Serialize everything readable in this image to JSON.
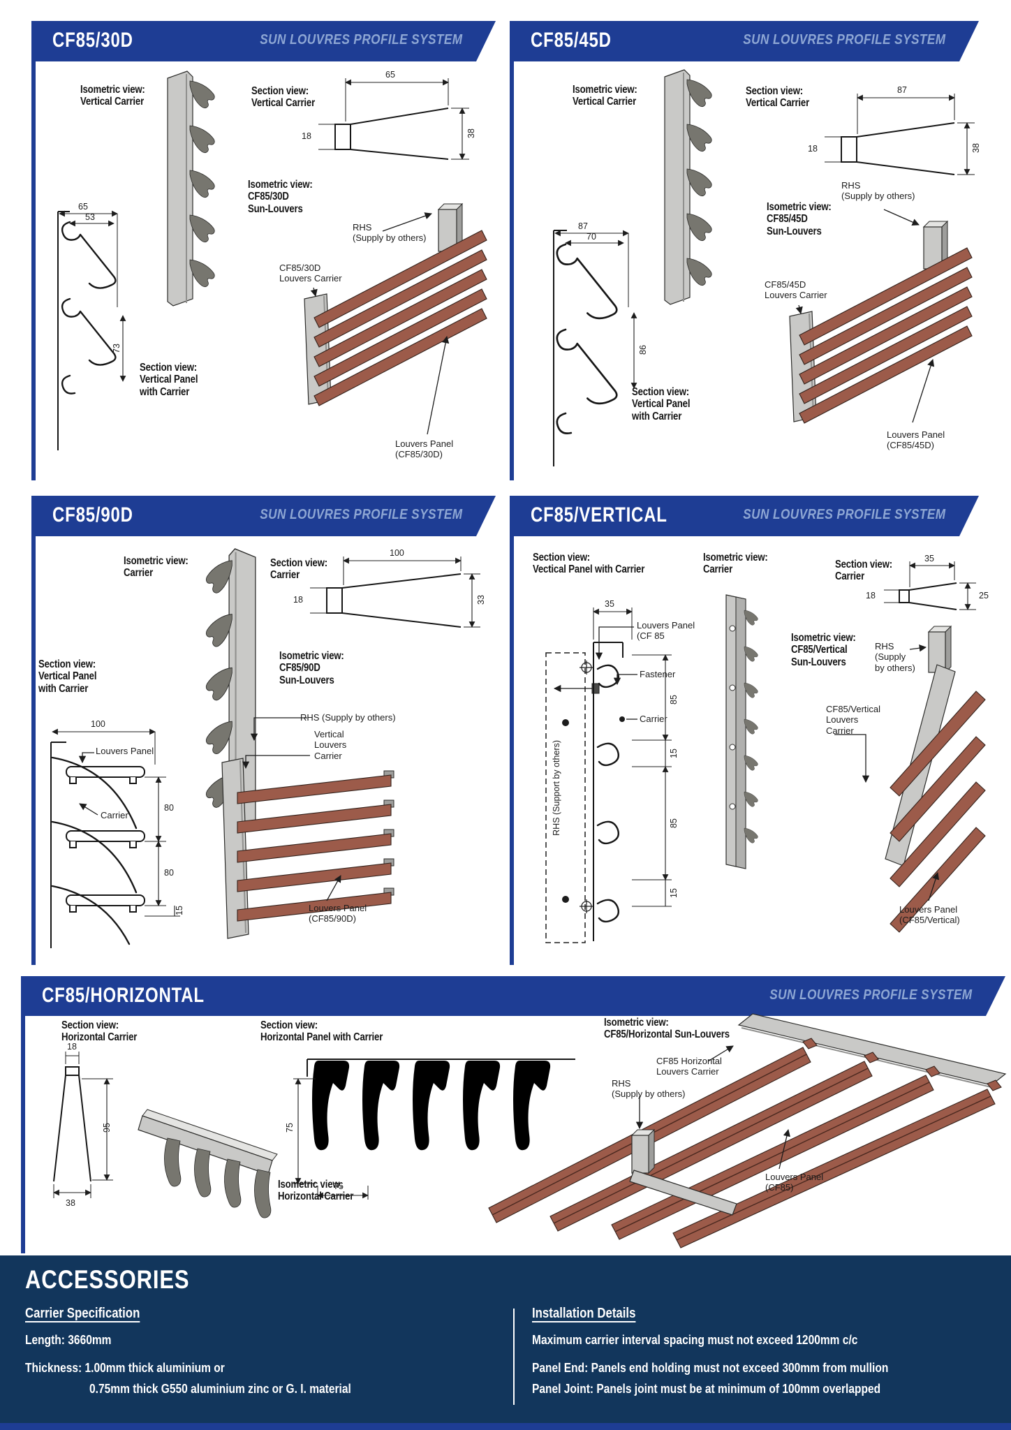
{
  "system_label": "SUN LOUVRES PROFILE SYSTEM",
  "panels": {
    "cf85_30d": {
      "title": "CF85/30D",
      "labels": {
        "iso_carrier": "Isometric view:\nVertical Carrier",
        "sec_carrier": "Section view:\nVertical Carrier",
        "sec_panel": "Section view:\nVertical Panel\nwith Carrier",
        "iso_louvers": "Isometric view:\nCF85/30D\nSun-Louvers",
        "rhs": "RHS\n(Supply by others)",
        "louvers_carrier": "CF85/30D\nLouvers Carrier",
        "louvers_panel": "Louvers Panel\n(CF85/30D)"
      },
      "dims": {
        "wedge_width": "65",
        "wedge_left": "18",
        "wedge_right": "38",
        "profile_outer": "65",
        "profile_inner": "53",
        "profile_pitch": "73"
      }
    },
    "cf85_45d": {
      "title": "CF85/45D",
      "labels": {
        "iso_carrier": "Isometric view:\nVertical Carrier",
        "sec_carrier": "Section view:\nVertical Carrier",
        "sec_panel": "Section view:\nVertical Panel\nwith Carrier",
        "iso_louvers": "Isometric view:\nCF85/45D\nSun-Louvers",
        "rhs": "RHS\n(Supply by others)",
        "louvers_carrier": "CF85/45D\nLouvers Carrier",
        "louvers_panel": "Louvers Panel\n(CF85/45D)"
      },
      "dims": {
        "wedge_width": "87",
        "wedge_left": "18",
        "wedge_right": "38",
        "profile_outer": "87",
        "profile_inner": "70",
        "profile_pitch": "86"
      }
    },
    "cf85_90d": {
      "title": "CF85/90D",
      "labels": {
        "iso_carrier": "Isometric view:\nCarrier",
        "sec_carrier": "Section view:\nCarrier",
        "sec_panel": "Section view:\nVertical Panel\nwith Carrier",
        "iso_louvers": "Isometric view:\nCF85/90D\nSun-Louvers",
        "rhs": "RHS (Supply by others)",
        "vertical_carrier": "Vertical\nLouvers\nCarrier",
        "louvers_panel_ann": "Louvers Panel",
        "carrier_ann": "Carrier",
        "louvers_panel": "Louvers Panel\n(CF85/90D)"
      },
      "dims": {
        "wedge_width": "100",
        "wedge_left": "18",
        "wedge_right": "33",
        "section_width": "100",
        "pitch_a": "80",
        "pitch_b": "80",
        "edge": "15"
      }
    },
    "cf85_vertical": {
      "title": "CF85/VERTICAL",
      "labels": {
        "sec_panel": "Section view:\nVectical Panel with Carrier",
        "iso_carrier": "Isometric view:\nCarrier",
        "sec_carrier": "Section view:\nCarrier",
        "iso_louvers": "Isometric view:\nCF85/Vertical\nSun-Louvers",
        "rhs_supply": "RHS\n(Supply\nby others)",
        "rhs_support": "RHS (Support by others)",
        "louvers_panel_cf85": "Louvers Panel\n(CF 85",
        "fastener": "Fastener",
        "carrier_ann": "Carrier",
        "louvers_carrier": "CF85/Vertical\nLouvers\nCarrier",
        "louvers_panel": "Louvers Panel\n(CF85/Vertical)"
      },
      "dims": {
        "wedge_width": "35",
        "wedge_left": "18",
        "wedge_right": "25",
        "panel_width": "35",
        "pitch_a": "85",
        "gap_a": "15",
        "pitch_b": "85",
        "gap_b": "15"
      }
    },
    "cf85_horizontal": {
      "title": "CF85/HORIZONTAL",
      "labels": {
        "sec_carrier": "Section view:\nHorizontal Carrier",
        "iso_carrier": "Isometric view:\nHorizontal Carrier",
        "sec_panel": "Section view:\nHorizontal Panel with Carrier",
        "iso_louvers": "Isometric view:\nCF85/Horizontal Sun-Louvers",
        "louvers_carrier": "CF85 Horizontal\nLouvers Carrier",
        "rhs": "RHS\n(Supply by others)",
        "louvers_panel": "Louvers Panel\n(CF85)"
      },
      "dims": {
        "top_width": "18",
        "height": "95",
        "bottom_width": "38",
        "hook_height": "75",
        "hook_pitch": "75"
      }
    }
  },
  "footer": {
    "title": "ACCESSORIES",
    "carrier_spec": {
      "heading": "Carrier Specification",
      "length": "Length: 3660mm",
      "thickness1": "Thickness: 1.00mm thick aluminium or",
      "thickness2": "0.75mm thick G550 aluminium zinc or G. I. material"
    },
    "installation": {
      "heading": "Installation Details",
      "line1": "Maximum carrier interval spacing must not exceed 1200mm c/c",
      "line2": "Panel End: Panels end holding must not exceed 300mm from mullion",
      "line3": "Panel Joint: Panels joint must be at minimum of 100mm overlapped"
    }
  },
  "colors": {
    "header_blue": "#1e3d94",
    "system_text": "#8ea7d4",
    "footer_navy": "#12365c",
    "louver_brown": "#9c5b4a",
    "carrier_gray": "#c9c9c7",
    "fin_gray": "#77766f"
  }
}
